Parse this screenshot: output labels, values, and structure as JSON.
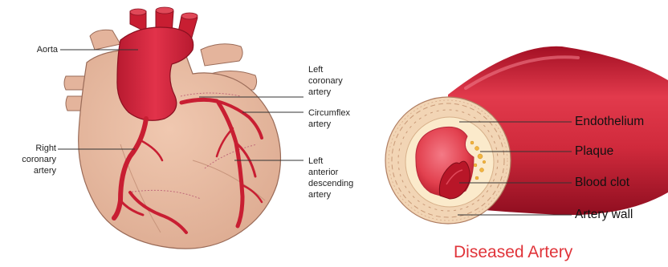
{
  "heart_labels": {
    "aorta": "Aorta",
    "right_coronary": "Right\ncoronary\nartery",
    "left_coronary": "Left\ncoronary\nartery",
    "circumflex": "Circumflex\nartery",
    "lad": "Left\nanterior\ndescending\nartery"
  },
  "artery_labels": {
    "endothelium": "Endothelium",
    "plaque": "Plaque",
    "blood_clot": "Blood clot",
    "artery_wall": "Artery wall"
  },
  "artery_title": "Diseased Artery",
  "colors": {
    "heart_fill": "#e8bca3",
    "heart_stroke": "#9a6b58",
    "artery_red": "#d9263a",
    "artery_dark": "#a8162a",
    "wall_tan": "#f2d5b5",
    "plaque_cream": "#fbeacb",
    "title_red": "#e0343a"
  }
}
